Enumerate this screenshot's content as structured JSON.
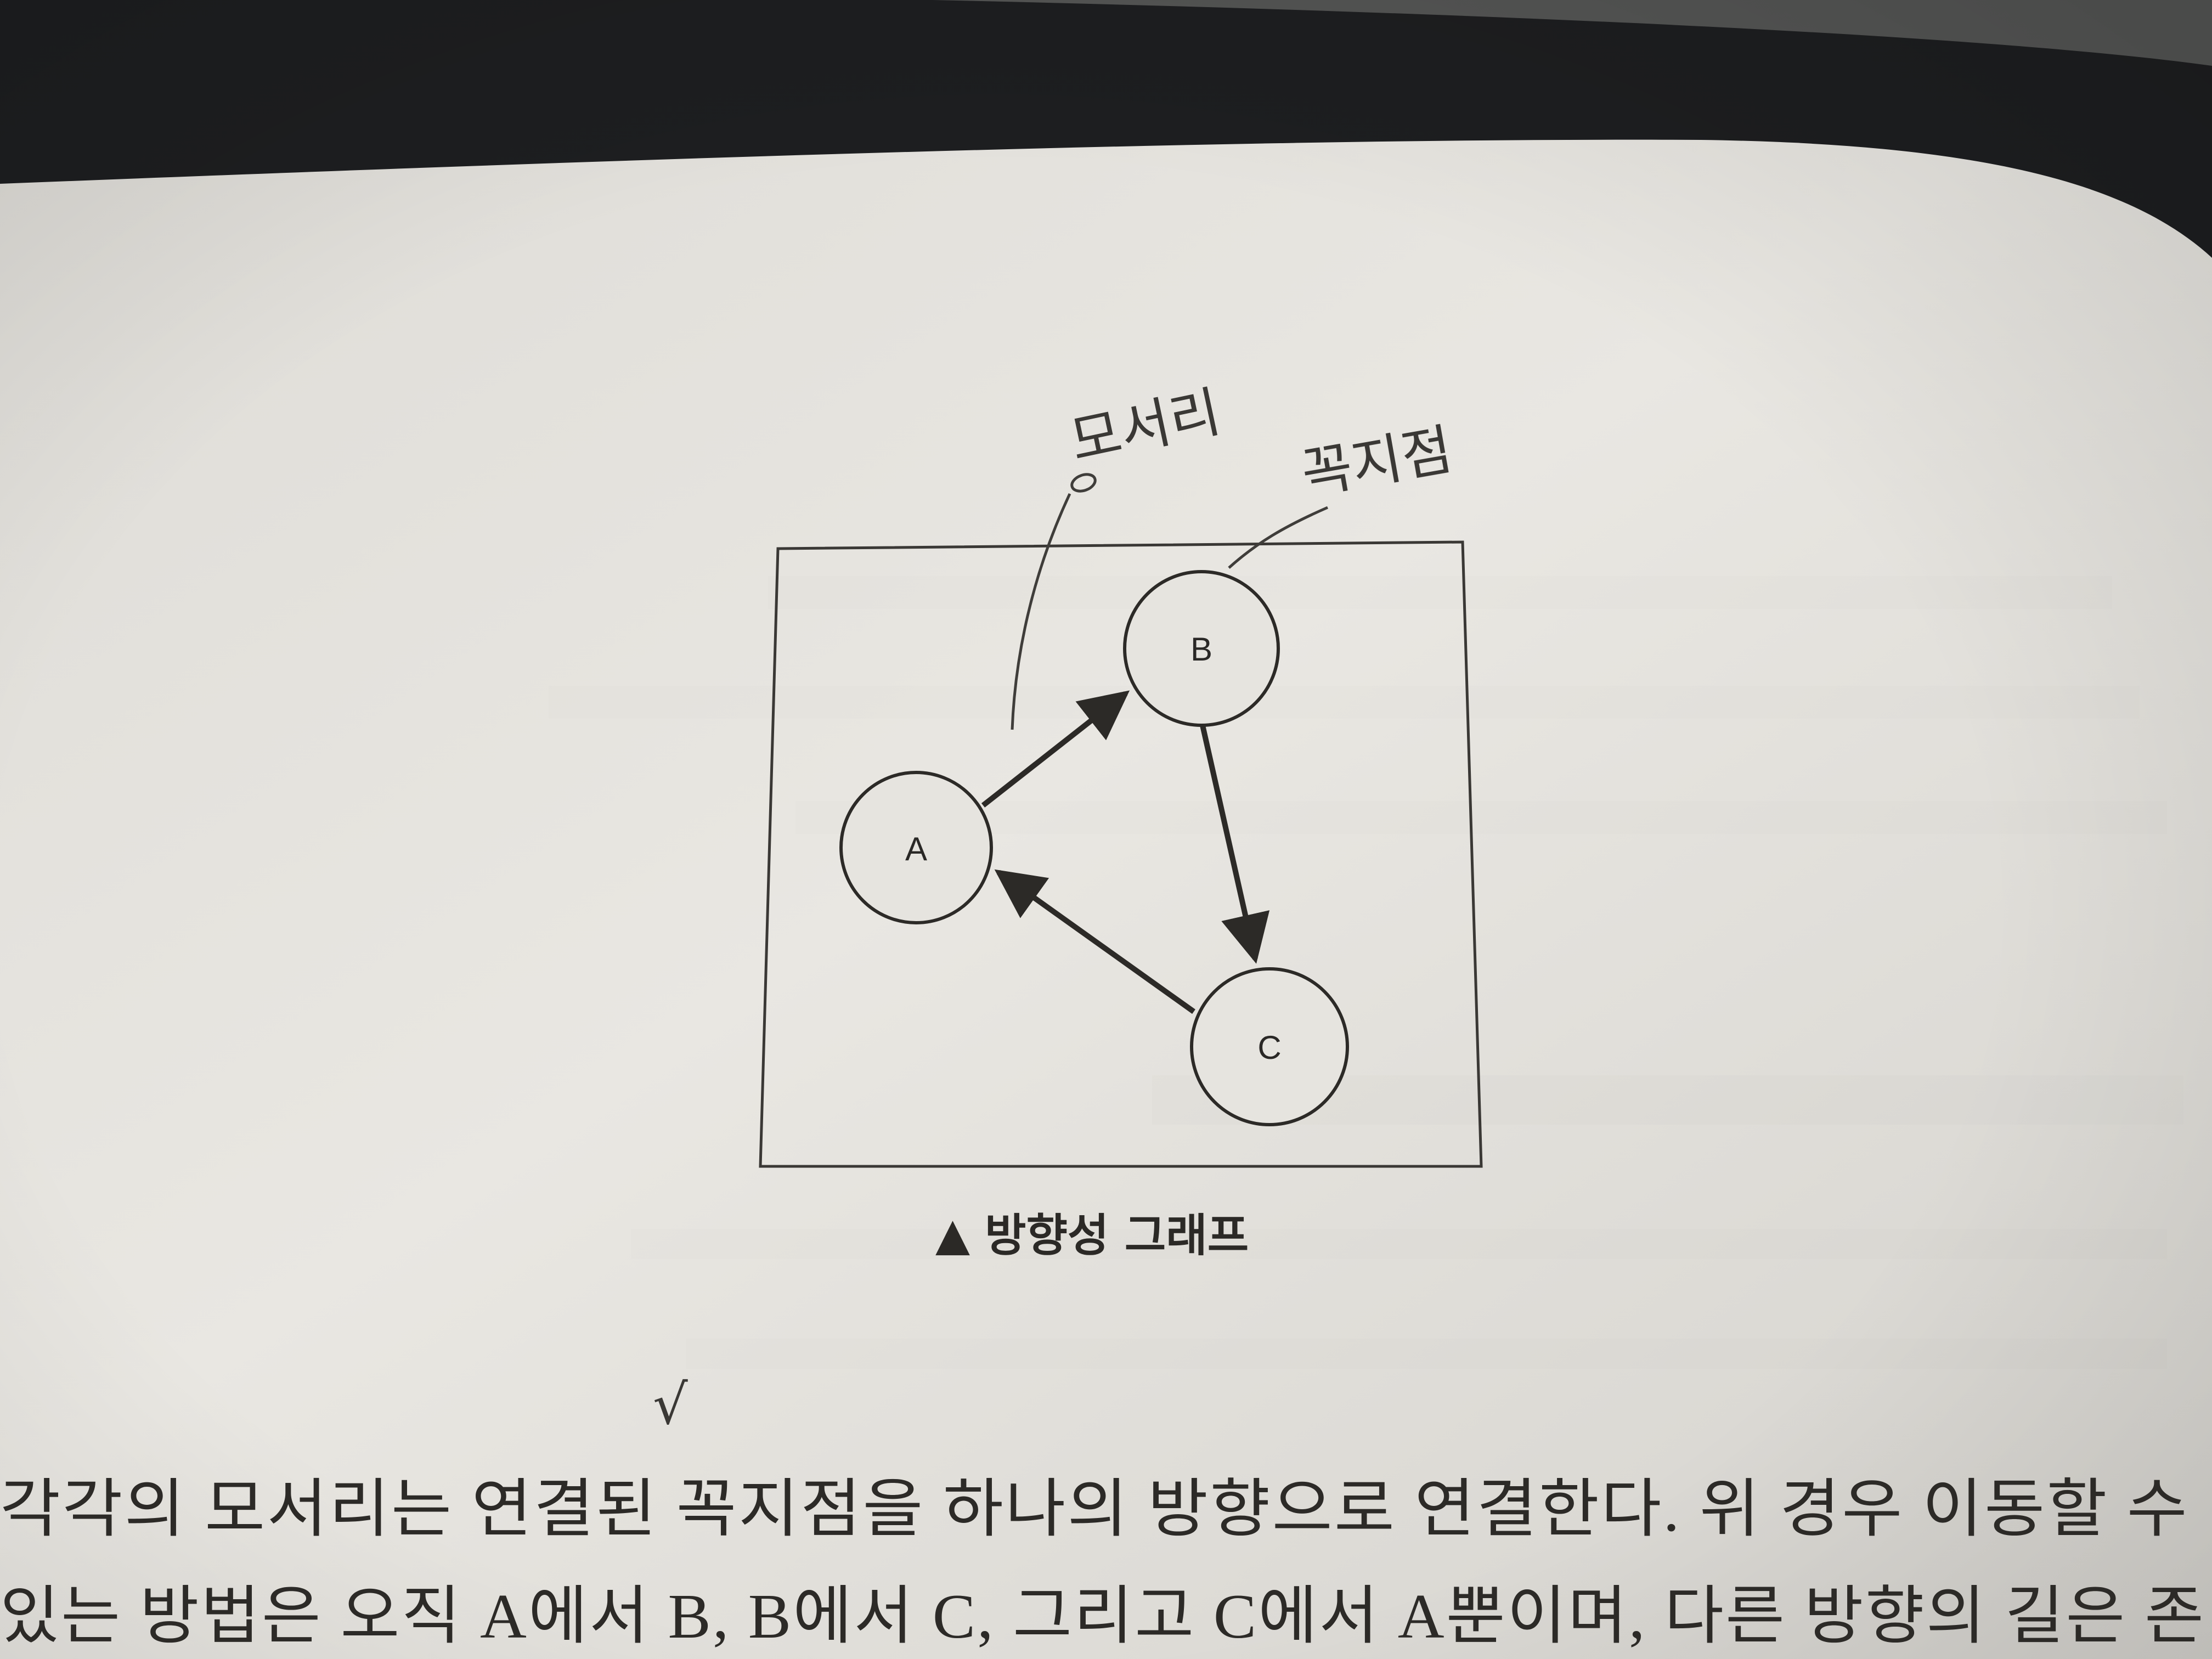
{
  "figure": {
    "nodes": [
      {
        "id": "A",
        "label": "A"
      },
      {
        "id": "B",
        "label": "B"
      },
      {
        "id": "C",
        "label": "C"
      }
    ],
    "edges": [
      {
        "from": "A",
        "to": "B"
      },
      {
        "from": "B",
        "to": "C"
      },
      {
        "from": "C",
        "to": "A"
      }
    ],
    "caption_marker": "▲",
    "caption": "방향성 그래프"
  },
  "annotations": {
    "edge_note": "모서리",
    "vertex_note": "꼭지점",
    "check_mark": "√"
  },
  "body": {
    "line1": "각각의 모서리는 연결된 꼭지점을 하나의 방향으로 연결한다. 위 경우 이동할 수",
    "line2": "있는 방법은 오직 A에서 B, B에서 C, 그리고 C에서 A뿐이며, 다른 방향의 길은 존"
  },
  "colors": {
    "paper": "#e8e6e1",
    "ink": "#2c2a27",
    "pencil": "#3a3835",
    "background": "#1d1e20"
  }
}
